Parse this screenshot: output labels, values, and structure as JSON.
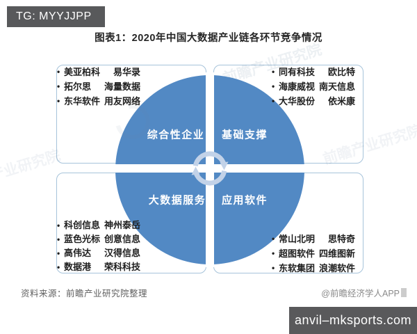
{
  "badge": {
    "label": "TG: MYYJJPP"
  },
  "title": "图表1：2020年中国大数据产业链各环节竞争情况",
  "diagram": {
    "quadrant_labels": {
      "top_left": "综合性企业",
      "top_right": "基础支撑",
      "bottom_left": "大数据服务",
      "bottom_right": "应用软件"
    },
    "company_lists": {
      "top_left": [
        [
          "美亚柏科",
          "易华录"
        ],
        [
          "拓尔思",
          "海量数据"
        ],
        [
          "东华软件",
          "用友网络"
        ]
      ],
      "top_right": [
        [
          "同有科技",
          "欧比特"
        ],
        [
          "海康威视",
          "南天信息"
        ],
        [
          "大华股份",
          "依米康"
        ]
      ],
      "bottom_left": [
        [
          "科创信息",
          "神州泰岳"
        ],
        [
          "蓝色光标",
          "创意信息"
        ],
        [
          "高伟达",
          "汉得信息"
        ],
        [
          "数据港",
          "荣科科技"
        ]
      ],
      "bottom_right": [
        [
          "常山北明",
          "思特奇"
        ],
        [
          "超图软件",
          "四维图新"
        ],
        [
          "东软集团",
          "浪潮软件"
        ]
      ]
    },
    "center_icon": "cycle-arrows-icon",
    "colors": {
      "circle_blue": "#5289c4",
      "box_border": "#a6c3da",
      "quadrant_label_text": "#ffffff",
      "badge_background": "#58595b"
    }
  },
  "watermark_text": "前瞻产业研究院",
  "footer": {
    "source": "资料来源：前瞻产业研究院整理",
    "credit": "@前瞻经济学人APP"
  },
  "site_watermark": {
    "label": "anvil–mksports.com"
  }
}
